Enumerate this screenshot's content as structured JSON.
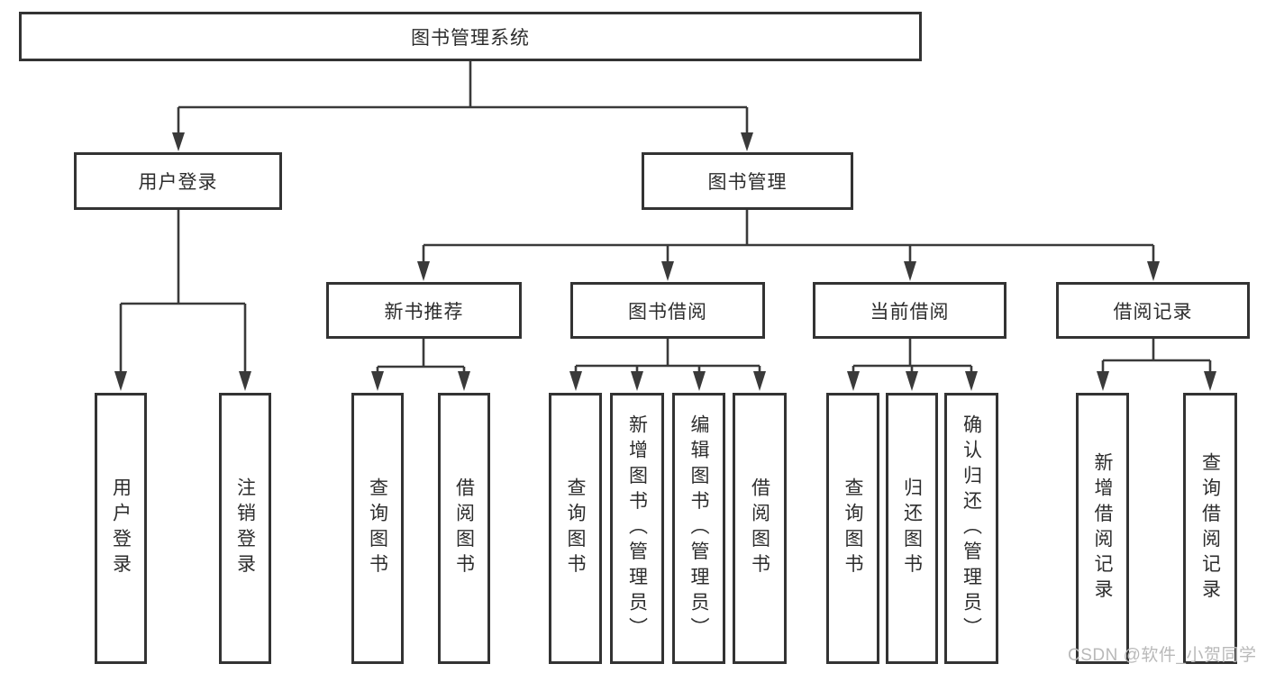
{
  "colors": {
    "line": "#3a3a3a",
    "border": "#333333",
    "text": "#2d2d2d",
    "watermark": "#b9b9b9"
  },
  "nodes": {
    "root": {
      "label": "图书管理系统"
    },
    "user_login": {
      "label": "用户登录"
    },
    "book_management": {
      "label": "图书管理"
    },
    "new_book_recommend": {
      "label": "新书推荐"
    },
    "book_borrow": {
      "label": "图书借阅"
    },
    "current_borrow": {
      "label": "当前借阅"
    },
    "borrow_records": {
      "label": "借阅记录"
    },
    "leaf_user_login": {
      "label": "用户登录"
    },
    "leaf_logout": {
      "label": "注销登录"
    },
    "leaf_nb_query_book": {
      "label": "查询图书"
    },
    "leaf_nb_borrow_book": {
      "label": "借阅图书"
    },
    "leaf_bb_query_book": {
      "label": "查询图书"
    },
    "leaf_bb_add_book": {
      "label": "新增图书（管理员）"
    },
    "leaf_bb_edit_book": {
      "label": "编辑图书（管理员）"
    },
    "leaf_bb_borrow_book": {
      "label": "借阅图书"
    },
    "leaf_cb_query_book": {
      "label": "查询图书"
    },
    "leaf_cb_return_book": {
      "label": "归还图书"
    },
    "leaf_cb_confirm_return": {
      "label": "确认归还（管理员）"
    },
    "leaf_br_add_record": {
      "label": "新增借阅记录"
    },
    "leaf_br_query_record": {
      "label": "查询借阅记录"
    }
  },
  "watermark": "CSDN @软件_小贺同学"
}
